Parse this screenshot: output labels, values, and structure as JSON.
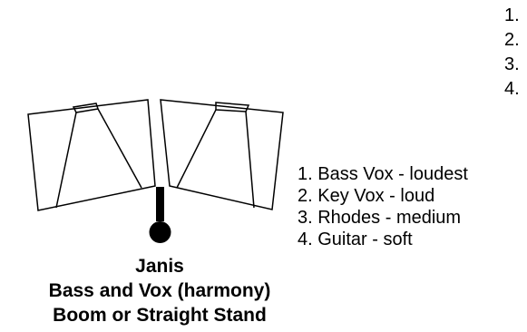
{
  "top_list": {
    "items": [
      "1.",
      "2.",
      "3.",
      "4."
    ]
  },
  "mix_order": {
    "items": [
      "1. Bass Vox - loudest",
      "2. Key Vox - loud",
      "3. Rhodes - medium",
      "4. Guitar - soft"
    ]
  },
  "caption": {
    "name": "Janis",
    "role": "Bass and Vox (harmony)",
    "stand": "Boom or Straight Stand"
  },
  "colors": {
    "ink": "#000000",
    "background": "#ffffff"
  },
  "icons": {
    "left_monitor": "wedge-monitor-icon",
    "right_monitor": "wedge-monitor-icon",
    "mic_stand": "mic-stand-icon"
  }
}
